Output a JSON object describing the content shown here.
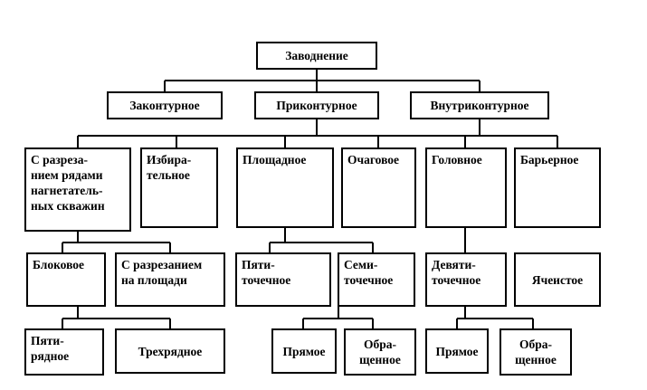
{
  "root": "Заводнение",
  "level1": {
    "zakonturnoe": "Законтурное",
    "prikonturnoe": "Приконтурное",
    "vnutrikonturnoe": "Внутриконтурное"
  },
  "level2": {
    "razrezanie_ryadami": "С разреза-\nнием рядами\nнагнетатель-\nных скважин",
    "izbiratelnoe": "Избира-\nтельное",
    "ploshchadnoe": "Площадное",
    "ochagovoe": "Очаговое",
    "golovnoe": "Головное",
    "baryernoe": "Барьерное"
  },
  "level3": {
    "blokovoe": "Блоковое",
    "razrezanie_ploshchadi": "С разрезанием\nна площади",
    "pyatitochechnoe": "Пяти-\nточечное",
    "semitochechnoe": "Семи-\nточечное",
    "devyatitochechnoe": "Девяти-\nточечное",
    "yacheistoe": "Ячеистое"
  },
  "level4": {
    "pyatiryadnoe": "Пяти-\nрядное",
    "trekhryadnoe": "Трехрядное",
    "pryamoe_semi": "Прямое",
    "obrashchennoe_semi": "Обра-\nщенное",
    "pryamoe_devyati": "Прямое",
    "obrashchennoe_devyati": "Обра-\nщенное"
  }
}
